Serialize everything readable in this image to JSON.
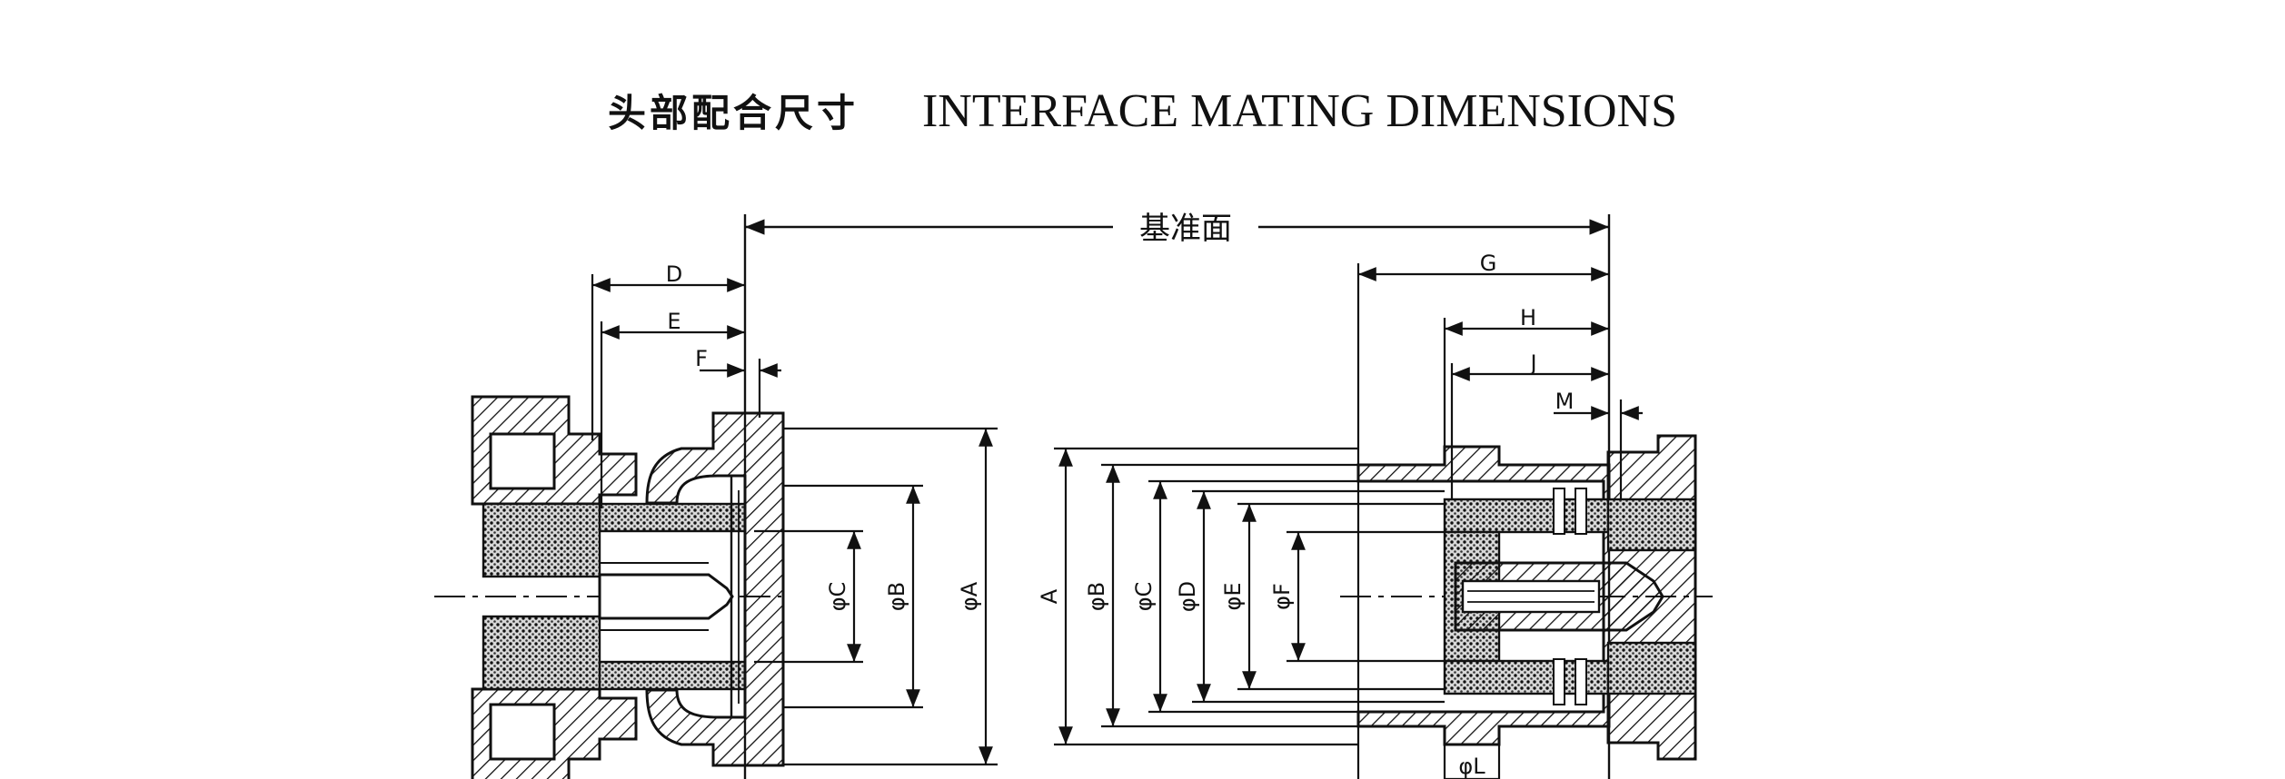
{
  "title": {
    "cn": "头部配合尺寸",
    "en": "INTERFACE MATING DIMENSIONS"
  },
  "reference_plane": "基准面",
  "left_view": {
    "dims_horizontal": [
      "D",
      "E",
      "F"
    ],
    "dims_vertical": [
      "φC",
      "φB",
      "φA"
    ]
  },
  "right_view": {
    "dims_horizontal": [
      "G",
      "H",
      "J",
      "M"
    ],
    "dims_vertical": [
      "A",
      "φB",
      "φC",
      "φD",
      "φE",
      "φF"
    ],
    "dim_bottom": "φL"
  },
  "colors": {
    "line": "#111111",
    "background": "#ffffff"
  }
}
